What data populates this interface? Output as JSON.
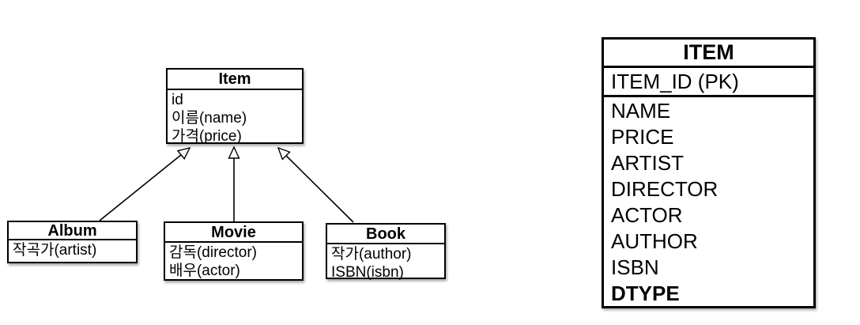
{
  "diagram": {
    "item": {
      "title": "Item",
      "fields": [
        "id",
        "이름(name)",
        "가격(price)"
      ]
    },
    "album": {
      "title": "Album",
      "fields": [
        "작곡가(artist)"
      ]
    },
    "movie": {
      "title": "Movie",
      "fields": [
        "감독(director)",
        "배우(actor)"
      ]
    },
    "book": {
      "title": "Book",
      "fields": [
        "작가(author)",
        "ISBN(isbn)"
      ]
    }
  },
  "table": {
    "title": "ITEM",
    "pk_row": "ITEM_ID (PK)",
    "columns": [
      {
        "label": "NAME"
      },
      {
        "label": "PRICE"
      },
      {
        "label": "ARTIST"
      },
      {
        "label": "DIRECTOR"
      },
      {
        "label": "ACTOR"
      },
      {
        "label": "AUTHOR"
      },
      {
        "label": "ISBN"
      },
      {
        "label": "DTYPE",
        "bold": true
      }
    ]
  },
  "colors": {
    "background": "#ffffff",
    "line": "#000000",
    "text": "#000000"
  }
}
